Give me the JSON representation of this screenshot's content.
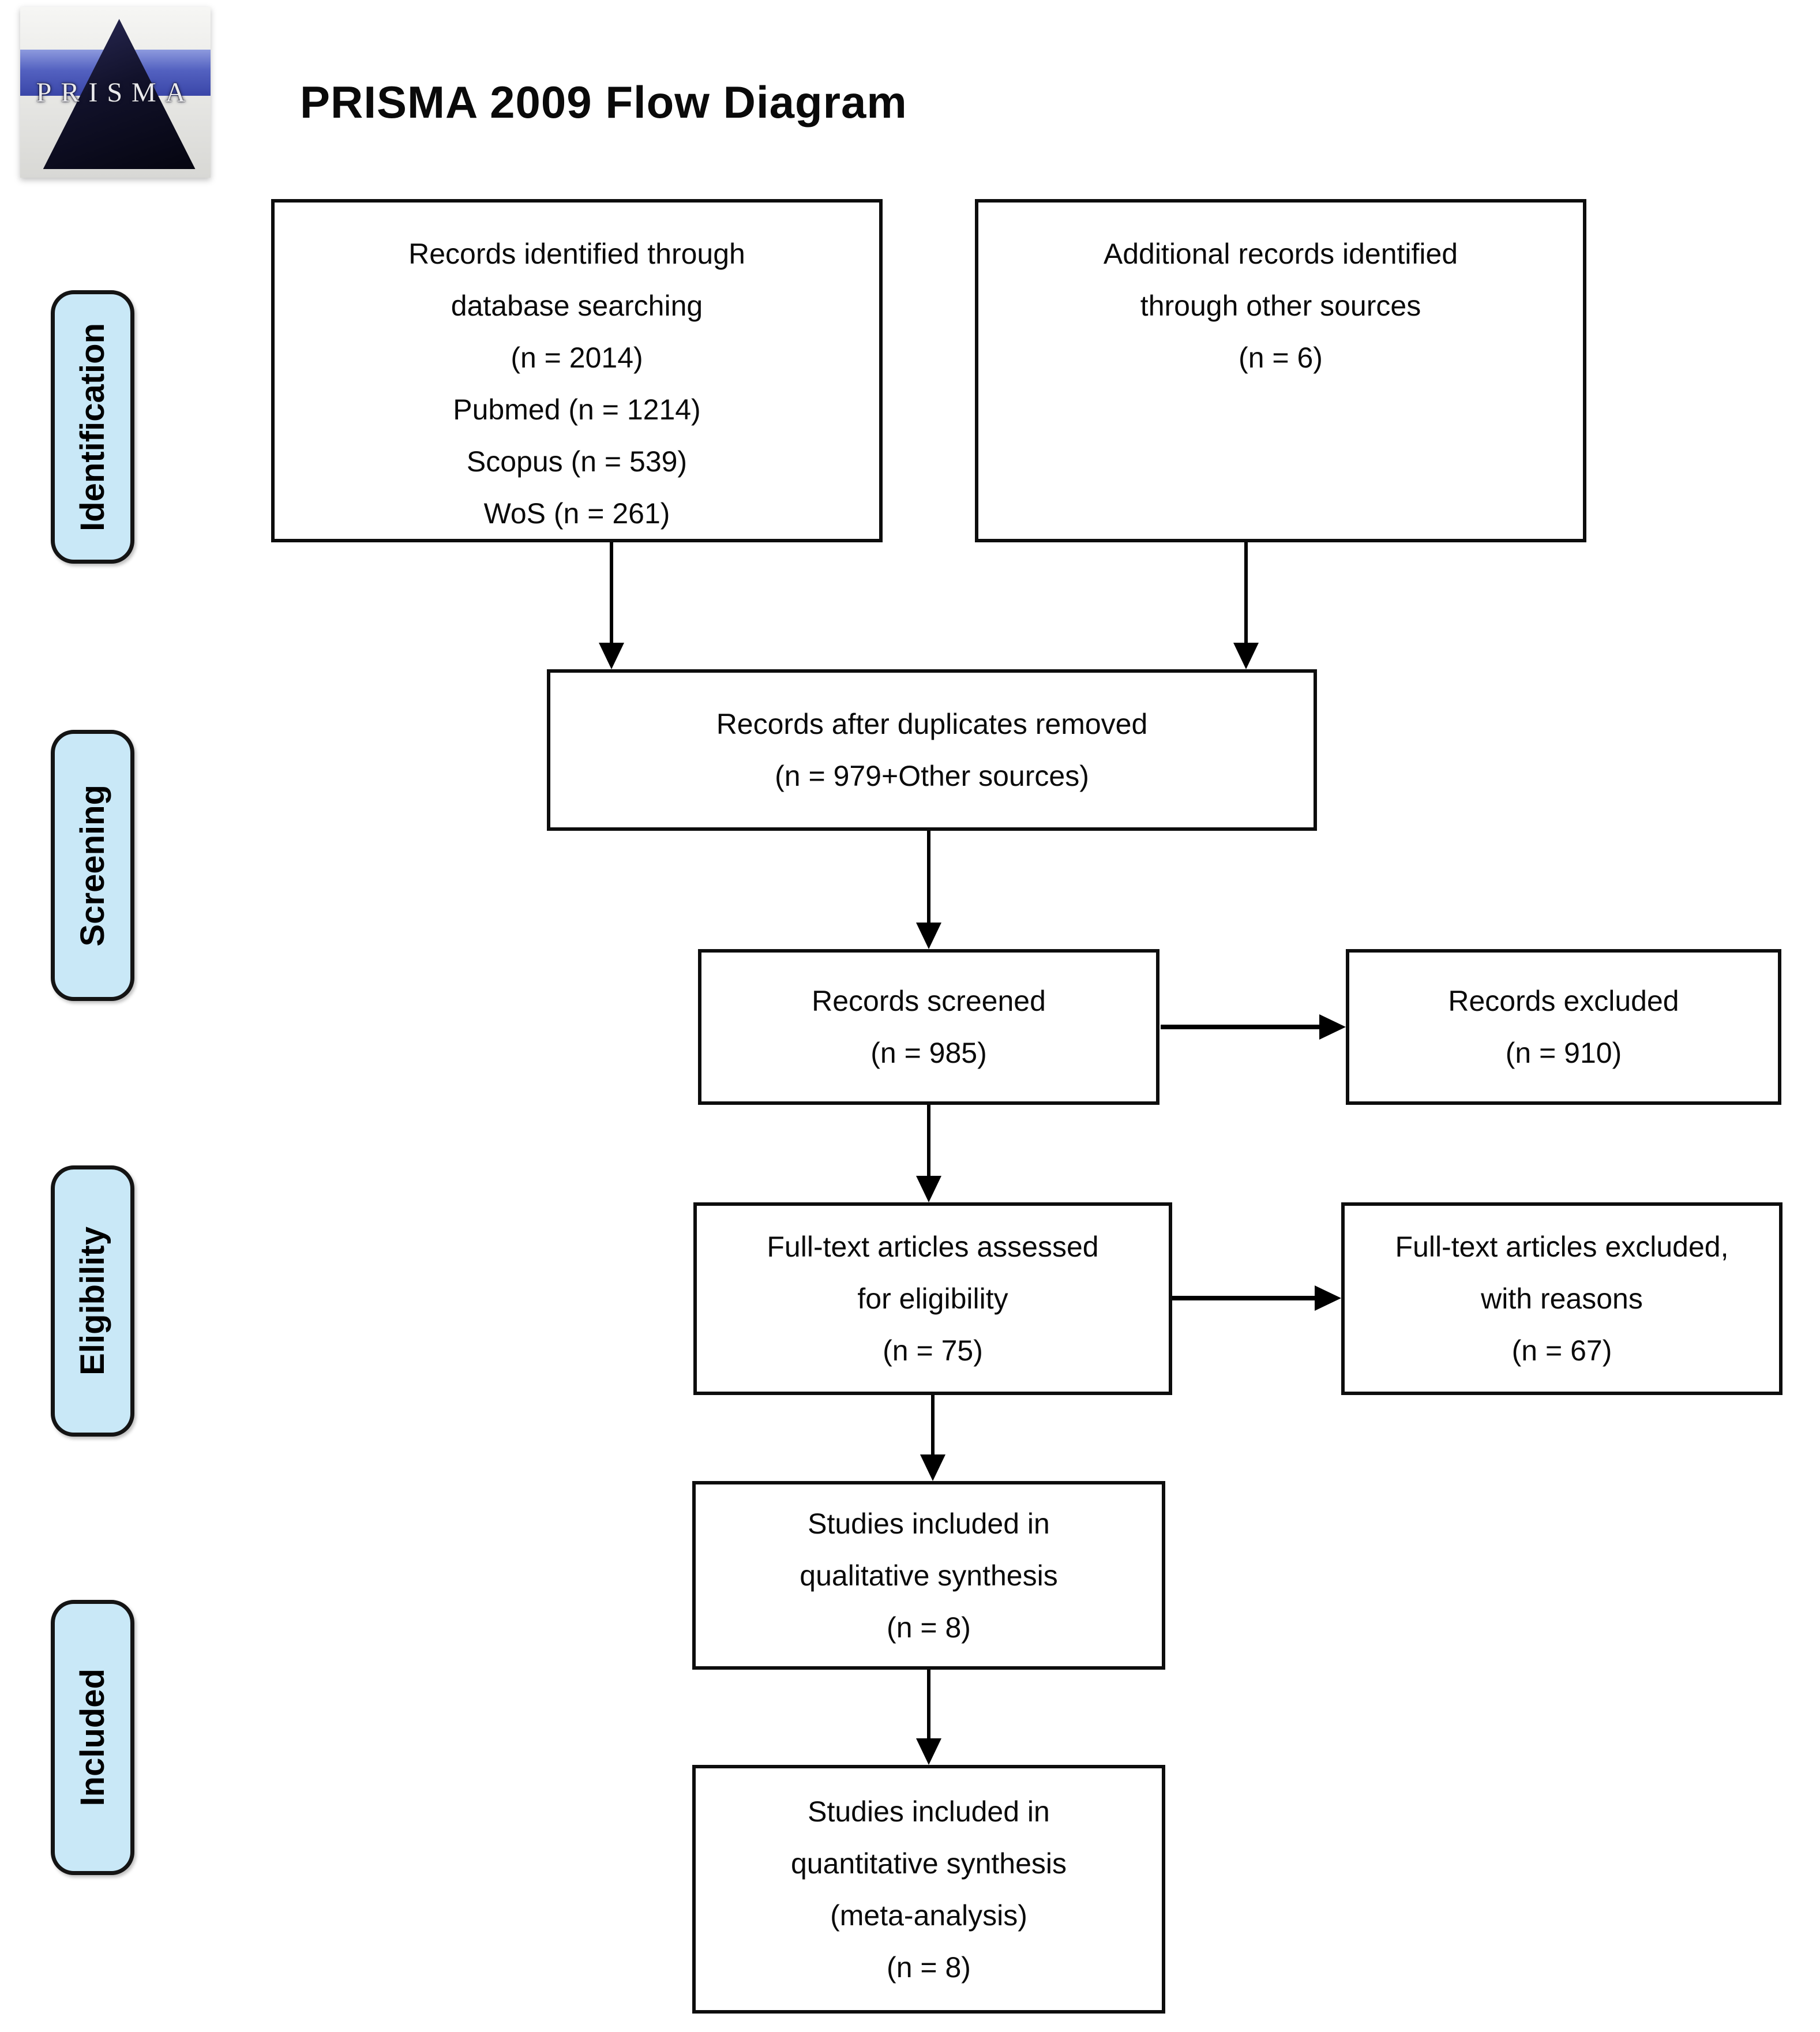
{
  "header": {
    "logo_text": "PRISMA",
    "title": "PRISMA 2009 Flow Diagram"
  },
  "stages": [
    {
      "label": "Identification"
    },
    {
      "label": "Screening"
    },
    {
      "label": "Eligibility"
    },
    {
      "label": "Included"
    }
  ],
  "boxes": {
    "identified": {
      "lines": [
        "Records identified through",
        "database searching",
        "(n = 2014)",
        "Pubmed (n = 1214)",
        "Scopus (n = 539)",
        "WoS (n = 261)"
      ]
    },
    "additional": {
      "lines": [
        "Additional records identified",
        "through other sources",
        "(n = 6)"
      ]
    },
    "duplicates_removed": {
      "lines": [
        "Records after duplicates removed",
        "(n = 979+Other sources)"
      ]
    },
    "screened": {
      "lines": [
        "Records screened",
        "(n = 985)"
      ]
    },
    "records_excluded": {
      "lines": [
        "Records excluded",
        "(n = 910)"
      ]
    },
    "fulltext_assessed": {
      "lines": [
        "Full-text articles assessed",
        "for eligibility",
        "(n = 75)"
      ]
    },
    "fulltext_excluded": {
      "lines": [
        "Full-text articles excluded,",
        "with reasons",
        "(n = 67)"
      ]
    },
    "qualitative": {
      "lines": [
        "Studies included in",
        "qualitative synthesis",
        "(n = 8)"
      ]
    },
    "quantitative": {
      "lines": [
        "Studies included in",
        "quantitative synthesis",
        "(meta-analysis)",
        "(n = 8)"
      ]
    }
  },
  "colors": {
    "stage_fill": "#c9e8f7",
    "box_border": "#0d0d0d",
    "arrow": "#000000",
    "logo_band_blue": "#4a57b8",
    "logo_pyramid": "#0a0a1c"
  }
}
